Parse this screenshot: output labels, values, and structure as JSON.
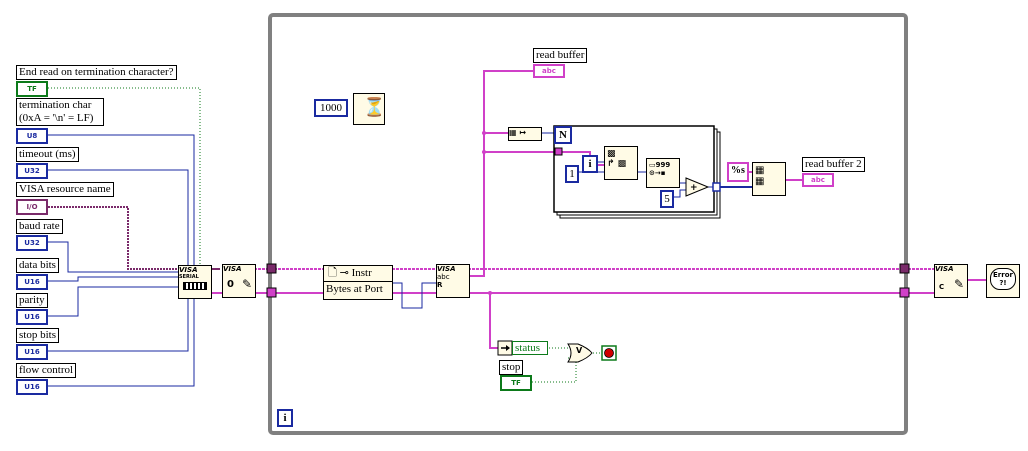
{
  "controls": {
    "end_read_label": "End read on termination character?",
    "end_read_type": "TF",
    "term_char_label": "termination char (0xA = '\\n' = LF)",
    "term_char_type": "U8",
    "timeout_label": "timeout (ms)",
    "timeout_type": "U32",
    "resource_label": "VISA resource name",
    "resource_type": "I/O",
    "baud_label": "baud rate",
    "baud_type": "U32",
    "data_bits_label": "data bits",
    "data_bits_type": "U16",
    "parity_label": "parity",
    "parity_type": "U16",
    "stop_bits_label": "stop bits",
    "stop_bits_type": "U16",
    "flow_label": "flow control",
    "flow_type": "U16"
  },
  "nodes": {
    "visa_serial_title": "VISA",
    "visa_serial_sub": "SERIAL",
    "visa_open_title": "VISA",
    "property_class": "Instr",
    "property_name": "Bytes at Port",
    "visa_read_title": "VISA",
    "visa_read_sub": "abc",
    "visa_read_r": "R",
    "visa_close_title": "VISA",
    "visa_close_c": "C",
    "error_title": "Error",
    "error_sub": "?!",
    "wait_constant": "1000"
  },
  "indicators": {
    "read_buffer_label": "read buffer",
    "read_buffer_type": "abc",
    "read_buffer2_label": "read buffer 2",
    "read_buffer2_type": "abc"
  },
  "for_loop": {
    "count_terminal": "N",
    "iteration_terminal": "i",
    "one_constant": "1",
    "five_constant": "5",
    "format_symbol": "%s"
  },
  "stop_logic": {
    "status_label": "status",
    "stop_label": "stop",
    "stop_type": "TF",
    "or_symbol": "V"
  },
  "while_loop": {
    "iteration_terminal": "i"
  },
  "colors": {
    "integer_wire": "#1a2aa0",
    "string_wire": "#d040c8",
    "boolean_wire": "#0c7a1a",
    "resource_wire": "#7a2a6a",
    "loop_border": "#808080"
  }
}
